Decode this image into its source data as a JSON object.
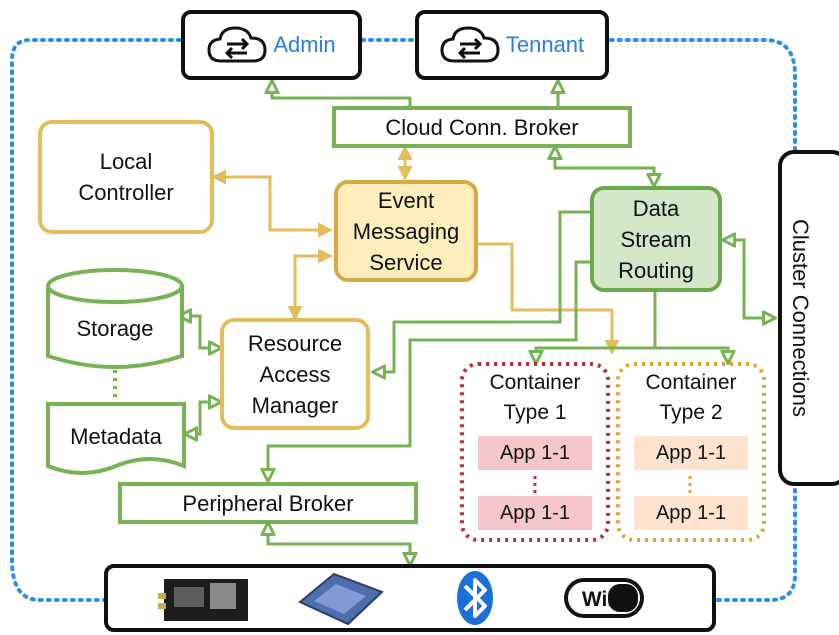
{
  "nodes": {
    "admin": "Admin",
    "tennant": "Tennant",
    "cloud_broker": "Cloud Conn. Broker",
    "local_controller": [
      "Local",
      "Controller"
    ],
    "event_messaging": [
      "Event",
      "Messaging",
      "Service"
    ],
    "data_stream": [
      "Data",
      "Stream",
      "Routing"
    ],
    "storage": "Storage",
    "metadata": "Metadata",
    "resource_manager": [
      "Resource",
      "Access",
      "Manager"
    ],
    "container1": [
      "Container",
      "Type 1"
    ],
    "container2": [
      "Container",
      "Type 2"
    ],
    "app": "App 1-1",
    "peripheral_broker": "Peripheral Broker",
    "cluster": "Cluster Connections",
    "wifi_logo": "WiFi"
  },
  "colors": {
    "yellow": "#e3bd5d",
    "green": "#77b255",
    "red_dotted": "#b5313b",
    "orange_dotted": "#e0a526",
    "blue_dotted": "#2a8ff0",
    "cloud_text": "#2a7de1"
  },
  "icons": [
    "cloud-sync-icon",
    "radio-module-icon",
    "xbee-module-icon",
    "bluetooth-icon",
    "wifi-icon"
  ]
}
